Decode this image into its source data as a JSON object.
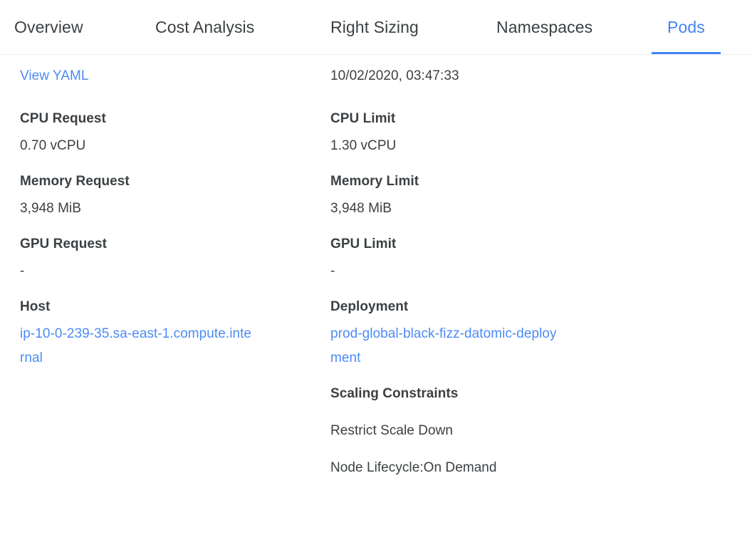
{
  "tabs": [
    {
      "label": "Overview",
      "active": false
    },
    {
      "label": "Cost Analysis",
      "active": false
    },
    {
      "label": "Right Sizing",
      "active": false
    },
    {
      "label": "Namespaces",
      "active": false
    },
    {
      "label": "Pods",
      "active": true
    }
  ],
  "colors": {
    "accent": "#4285f4",
    "link": "#4c8bf5",
    "text": "#3c4043",
    "divider": "#eeeeee",
    "background": "#ffffff"
  },
  "left_column": {
    "view_yaml_label": "View YAML",
    "fields": [
      {
        "label": "CPU Request",
        "value": "0.70 vCPU"
      },
      {
        "label": "Memory Request",
        "value": "3,948 MiB"
      },
      {
        "label": "GPU Request",
        "value": "-"
      }
    ],
    "host": {
      "label": "Host",
      "value": "ip-10-0-239-35.sa-east-1.compute.internal"
    }
  },
  "right_column": {
    "timestamp": "10/02/2020, 03:47:33",
    "fields": [
      {
        "label": "CPU Limit",
        "value": "1.30 vCPU"
      },
      {
        "label": "Memory Limit",
        "value": "3,948 MiB"
      },
      {
        "label": "GPU Limit",
        "value": "-"
      }
    ],
    "deployment": {
      "label": "Deployment",
      "value": "prod-global-black-fizz-datomic-deployment"
    },
    "scaling_constraints": {
      "heading": "Scaling Constraints",
      "items": [
        "Restrict Scale Down",
        "Node Lifecycle:On Demand"
      ]
    }
  }
}
